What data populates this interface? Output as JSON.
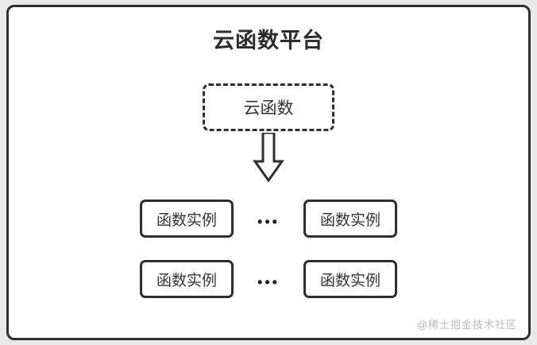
{
  "diagram": {
    "title": "云函数平台",
    "cloud_function": {
      "label": "云函数"
    },
    "rows": [
      {
        "left_label": "函数实例",
        "separator": "•••",
        "right_label": "函数实例"
      },
      {
        "left_label": "函数实例",
        "separator": "•••",
        "right_label": "函数实例"
      }
    ]
  },
  "watermark": {
    "text": "@稀土掘金技术社区"
  },
  "colors": {
    "border": "#2e2e2e",
    "text": "#333333",
    "panel_background": "#ffffff",
    "page_background": "#e9e9e9",
    "watermark": "#bdbdbd"
  }
}
